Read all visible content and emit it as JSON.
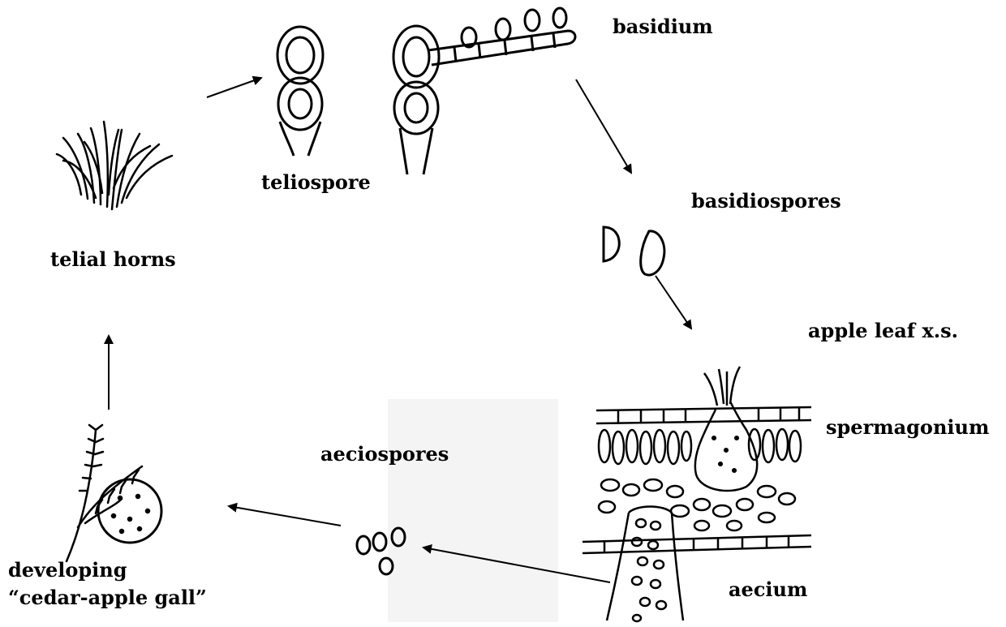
{
  "labels": {
    "basidium": "basidium",
    "teliospore": "teliospore",
    "basidiospores": "basidiospores",
    "apple_leaf": "apple leaf x.s.",
    "spermagonium": "spermagonium",
    "aecium": "aecium",
    "aeciospores": "aeciospores",
    "telial_horns": "telial horns",
    "gall_line1": "developing",
    "gall_line2": "“cedar-apple gall”"
  }
}
